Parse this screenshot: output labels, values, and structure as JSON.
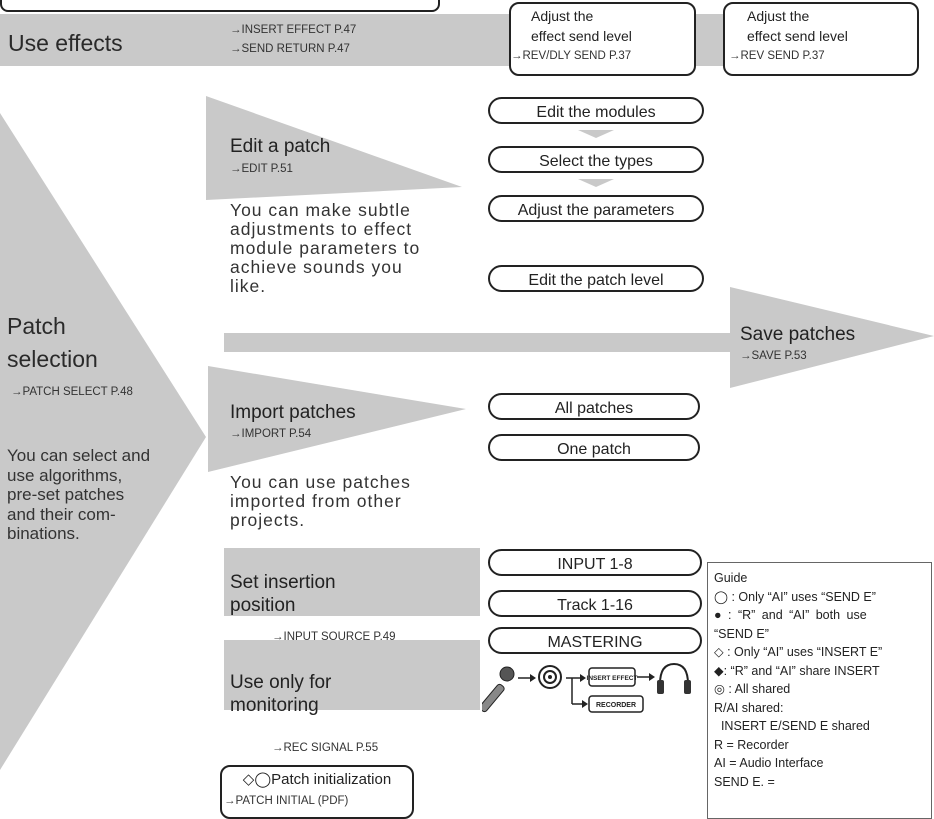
{
  "effects": {
    "title": "Use effects",
    "ref1": "→INSERT EFFECT P.47",
    "ref2": "→SEND RETURN P.47",
    "box1": {
      "line1": "Adjust the",
      "line2": "effect send level",
      "ref": "→REV/DLY SEND P.37"
    },
    "box2": {
      "line1": "Adjust the",
      "line2": "effect send level",
      "ref": "→REV SEND P.37"
    }
  },
  "patch": {
    "title_line1": "Patch",
    "title_line2": "selection",
    "ref": "→PATCH SELECT P.48",
    "desc": [
      "You can select and",
      "use algorithms,",
      "pre-set patches",
      "and their com-",
      "binations."
    ]
  },
  "edit": {
    "title": "Edit a patch",
    "ref": "→EDIT P.51",
    "desc": [
      "You can make subtle",
      "adjustments to effect",
      "module parameters to",
      "achieve sounds you",
      "like."
    ],
    "steps": [
      "Edit the modules",
      "Select the types",
      "Adjust the parameters"
    ],
    "level": "Edit the patch level"
  },
  "save": {
    "title": "Save patches",
    "ref": "→SAVE P.53"
  },
  "import": {
    "title": "Import patches",
    "ref": "→IMPORT P.54",
    "options": [
      "All patches",
      "One patch"
    ],
    "desc": [
      "You can use patches",
      "imported from other",
      "projects."
    ]
  },
  "insertion": {
    "title_line1": "Set insertion",
    "title_line2": "position",
    "ref": "→INPUT SOURCE P.49",
    "options": [
      "INPUT 1-8",
      "Track 1-16",
      "MASTERING"
    ]
  },
  "monitoring": {
    "title_line1": "Use only for",
    "title_line2": "monitoring",
    "ref": "→REC SIGNAL P.55",
    "insert_label": "INSERT EFFECT",
    "recorder_label": "RECORDER"
  },
  "init": {
    "label": "◇◯Patch initialization",
    "ref": "→PATCH INITIAL (PDF)"
  },
  "guide": {
    "lines": [
      "Guide",
      "◯ : Only “AI” uses “SEND E”",
      "● : “R” and “AI” both use",
      "“SEND E”",
      "◇ : Only “AI” uses “INSERT E”",
      "◆: “R” and “AI” share INSERT",
      "◎ : All shared",
      "R/AI shared:",
      "  INSERT E/SEND E shared",
      "R = Recorder",
      "AI = Audio Interface",
      "SEND E. ="
    ]
  },
  "colors": {
    "band": "#c9c9c9",
    "line": "#222222"
  }
}
